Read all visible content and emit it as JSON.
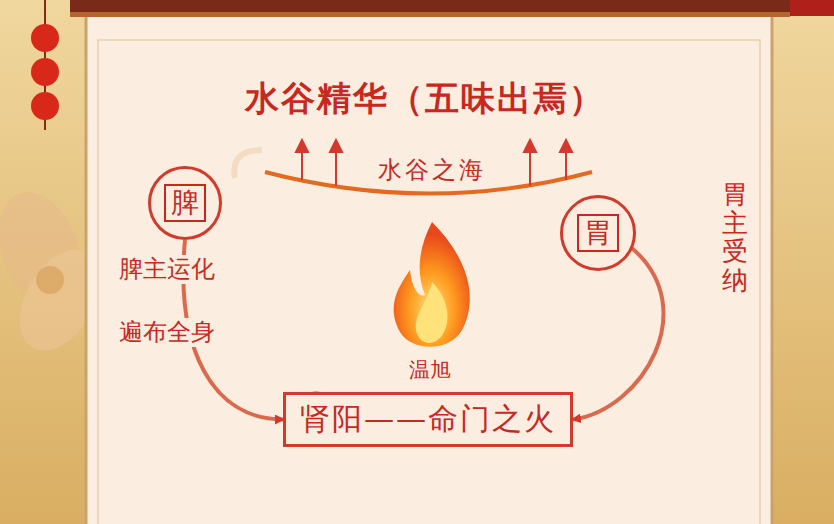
{
  "diagram": {
    "title": "水谷精华（五味出焉）",
    "nodes": [
      {
        "text": [
          "脾"
        ]
      },
      {
        "text": [
          "胃"
        ]
      },
      {
        "text": [
          "肾阳——命门之火"
        ]
      }
    ],
    "edges": [
      {
        "from": 0,
        "to": 2,
        "arrow": "to"
      },
      {
        "from": 1,
        "to": 2,
        "arrow": "to"
      }
    ],
    "labels": [
      "水谷之海",
      "脾主运化",
      "遍布全身",
      "胃主受纳",
      "温旭"
    ]
  }
}
